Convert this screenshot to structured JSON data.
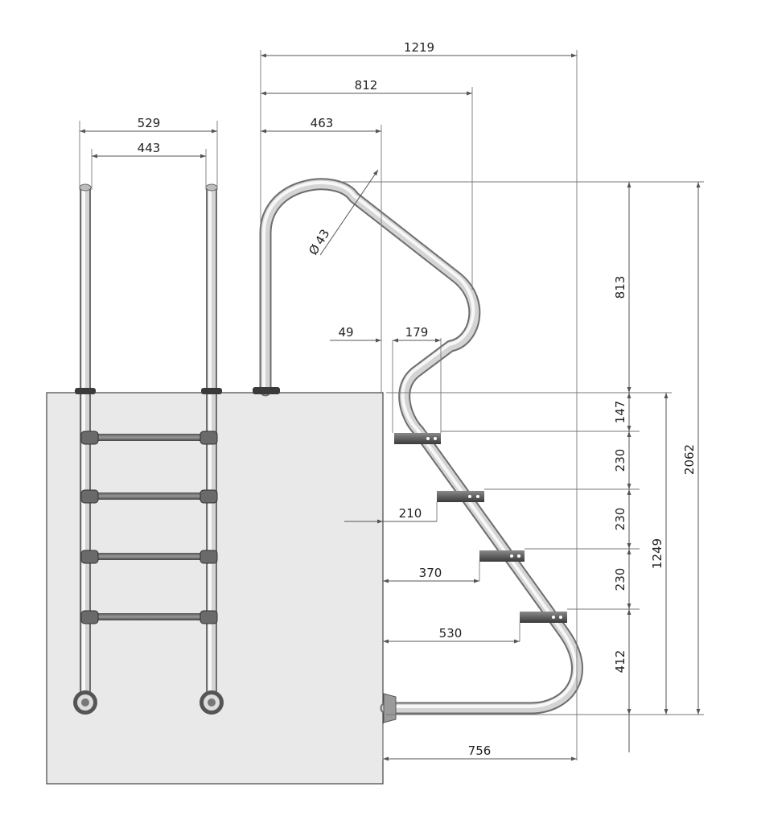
{
  "dimensions": {
    "d529": "529",
    "d443": "443",
    "d1219": "1219",
    "d812": "812",
    "d463": "463",
    "d49": "49",
    "d179": "179",
    "d43": "43",
    "d813": "813",
    "d147": "147",
    "d230a": "230",
    "d230b": "230",
    "d230c": "230",
    "d412": "412",
    "d1249": "1249",
    "d2062": "2062",
    "d210": "210",
    "d370": "370",
    "d530": "530",
    "d756": "756"
  },
  "symbols": {
    "diameter": "Ø"
  }
}
